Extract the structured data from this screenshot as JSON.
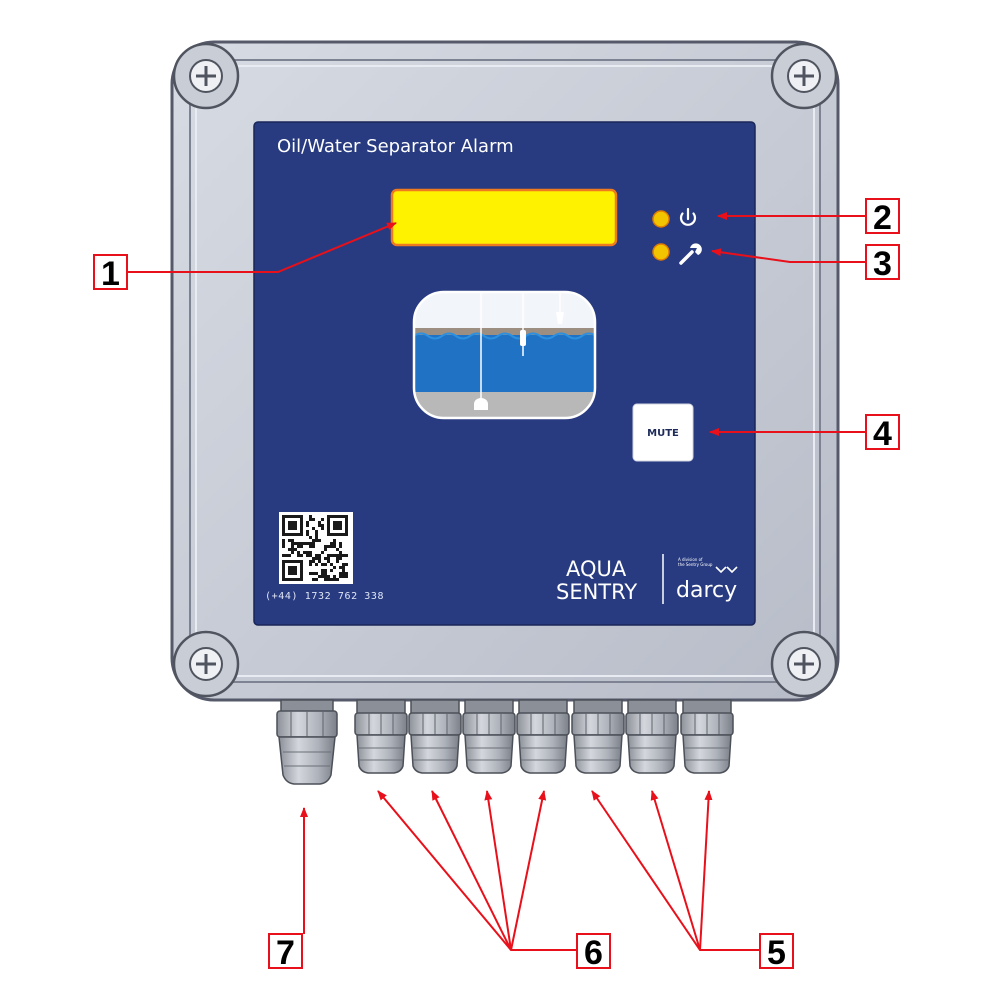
{
  "panel": {
    "title": "Oil/Water Separator Alarm",
    "mute_label": "MUTE",
    "phone": "(+44) 1732 762 338",
    "brand_line1": "AQUA",
    "brand_line2": "SENTRY",
    "partner_note_line1": "A division of",
    "partner_note_line2": "the Sentry Group",
    "partner": "darcy"
  },
  "indicators": [
    {
      "name": "power",
      "icon": "power-icon",
      "led_color": "#f2c400"
    },
    {
      "name": "service",
      "icon": "wrench-icon",
      "led_color": "#f2c400"
    }
  ],
  "display": {
    "color": "#fff200",
    "border_color": "#f07a1e"
  },
  "callouts": {
    "c1": "1",
    "c2": "2",
    "c3": "3",
    "c4": "4",
    "c5": "5",
    "c6": "6",
    "c7": "7"
  },
  "colors": {
    "panel_blue": "#283b80",
    "arrow_red": "#e8101a",
    "enclosure": "#c6cbd6",
    "water": "#1f72c4",
    "sludge": "#b8b8b8"
  }
}
